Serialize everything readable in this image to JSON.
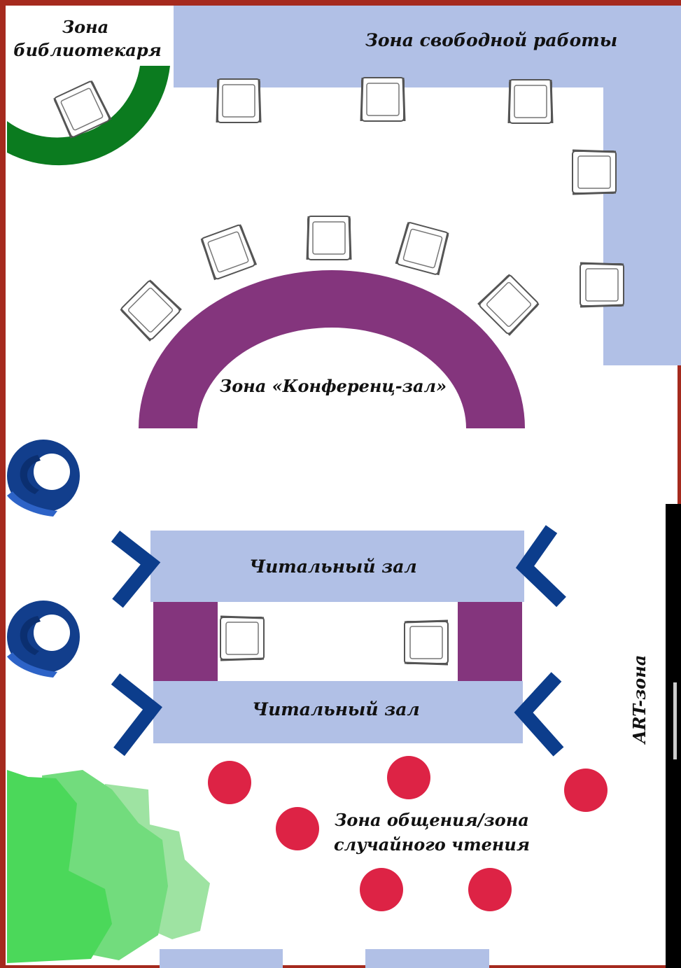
{
  "labels": {
    "librarian_line1": "Зона",
    "librarian_line2": "библиотекаря",
    "free_work": "Зона свободной работы",
    "conference": "Зона «Конференц-зал»",
    "reading_top": "Читальный зал",
    "reading_bottom": "Читальный зал",
    "communication_line1": "Зона общения/зона",
    "communication_line2": "случайного чтения",
    "art": "ART-зона"
  },
  "colors": {
    "frame": "#a52a1e",
    "floor": "#ffffff",
    "zone_blue": "#b1c0e6",
    "librarian_green": "#0b7b1f",
    "conference_purple": "#84357d",
    "reading_divider_purple": "#84357d",
    "chair_mark_navy": "#0c3d8c",
    "pouf_blue": "#123e8c",
    "communication_red": "#dd2345",
    "plant_dark": "#4bd85a",
    "plant_mid": "#72dc7d",
    "plant_light": "#9ee3a2",
    "art_wall": "#000000"
  },
  "icons": {
    "chair": "chair-icon",
    "pouf": "swirl-pouf-icon",
    "seat": "round-seat-icon",
    "plant": "plant-icon"
  }
}
